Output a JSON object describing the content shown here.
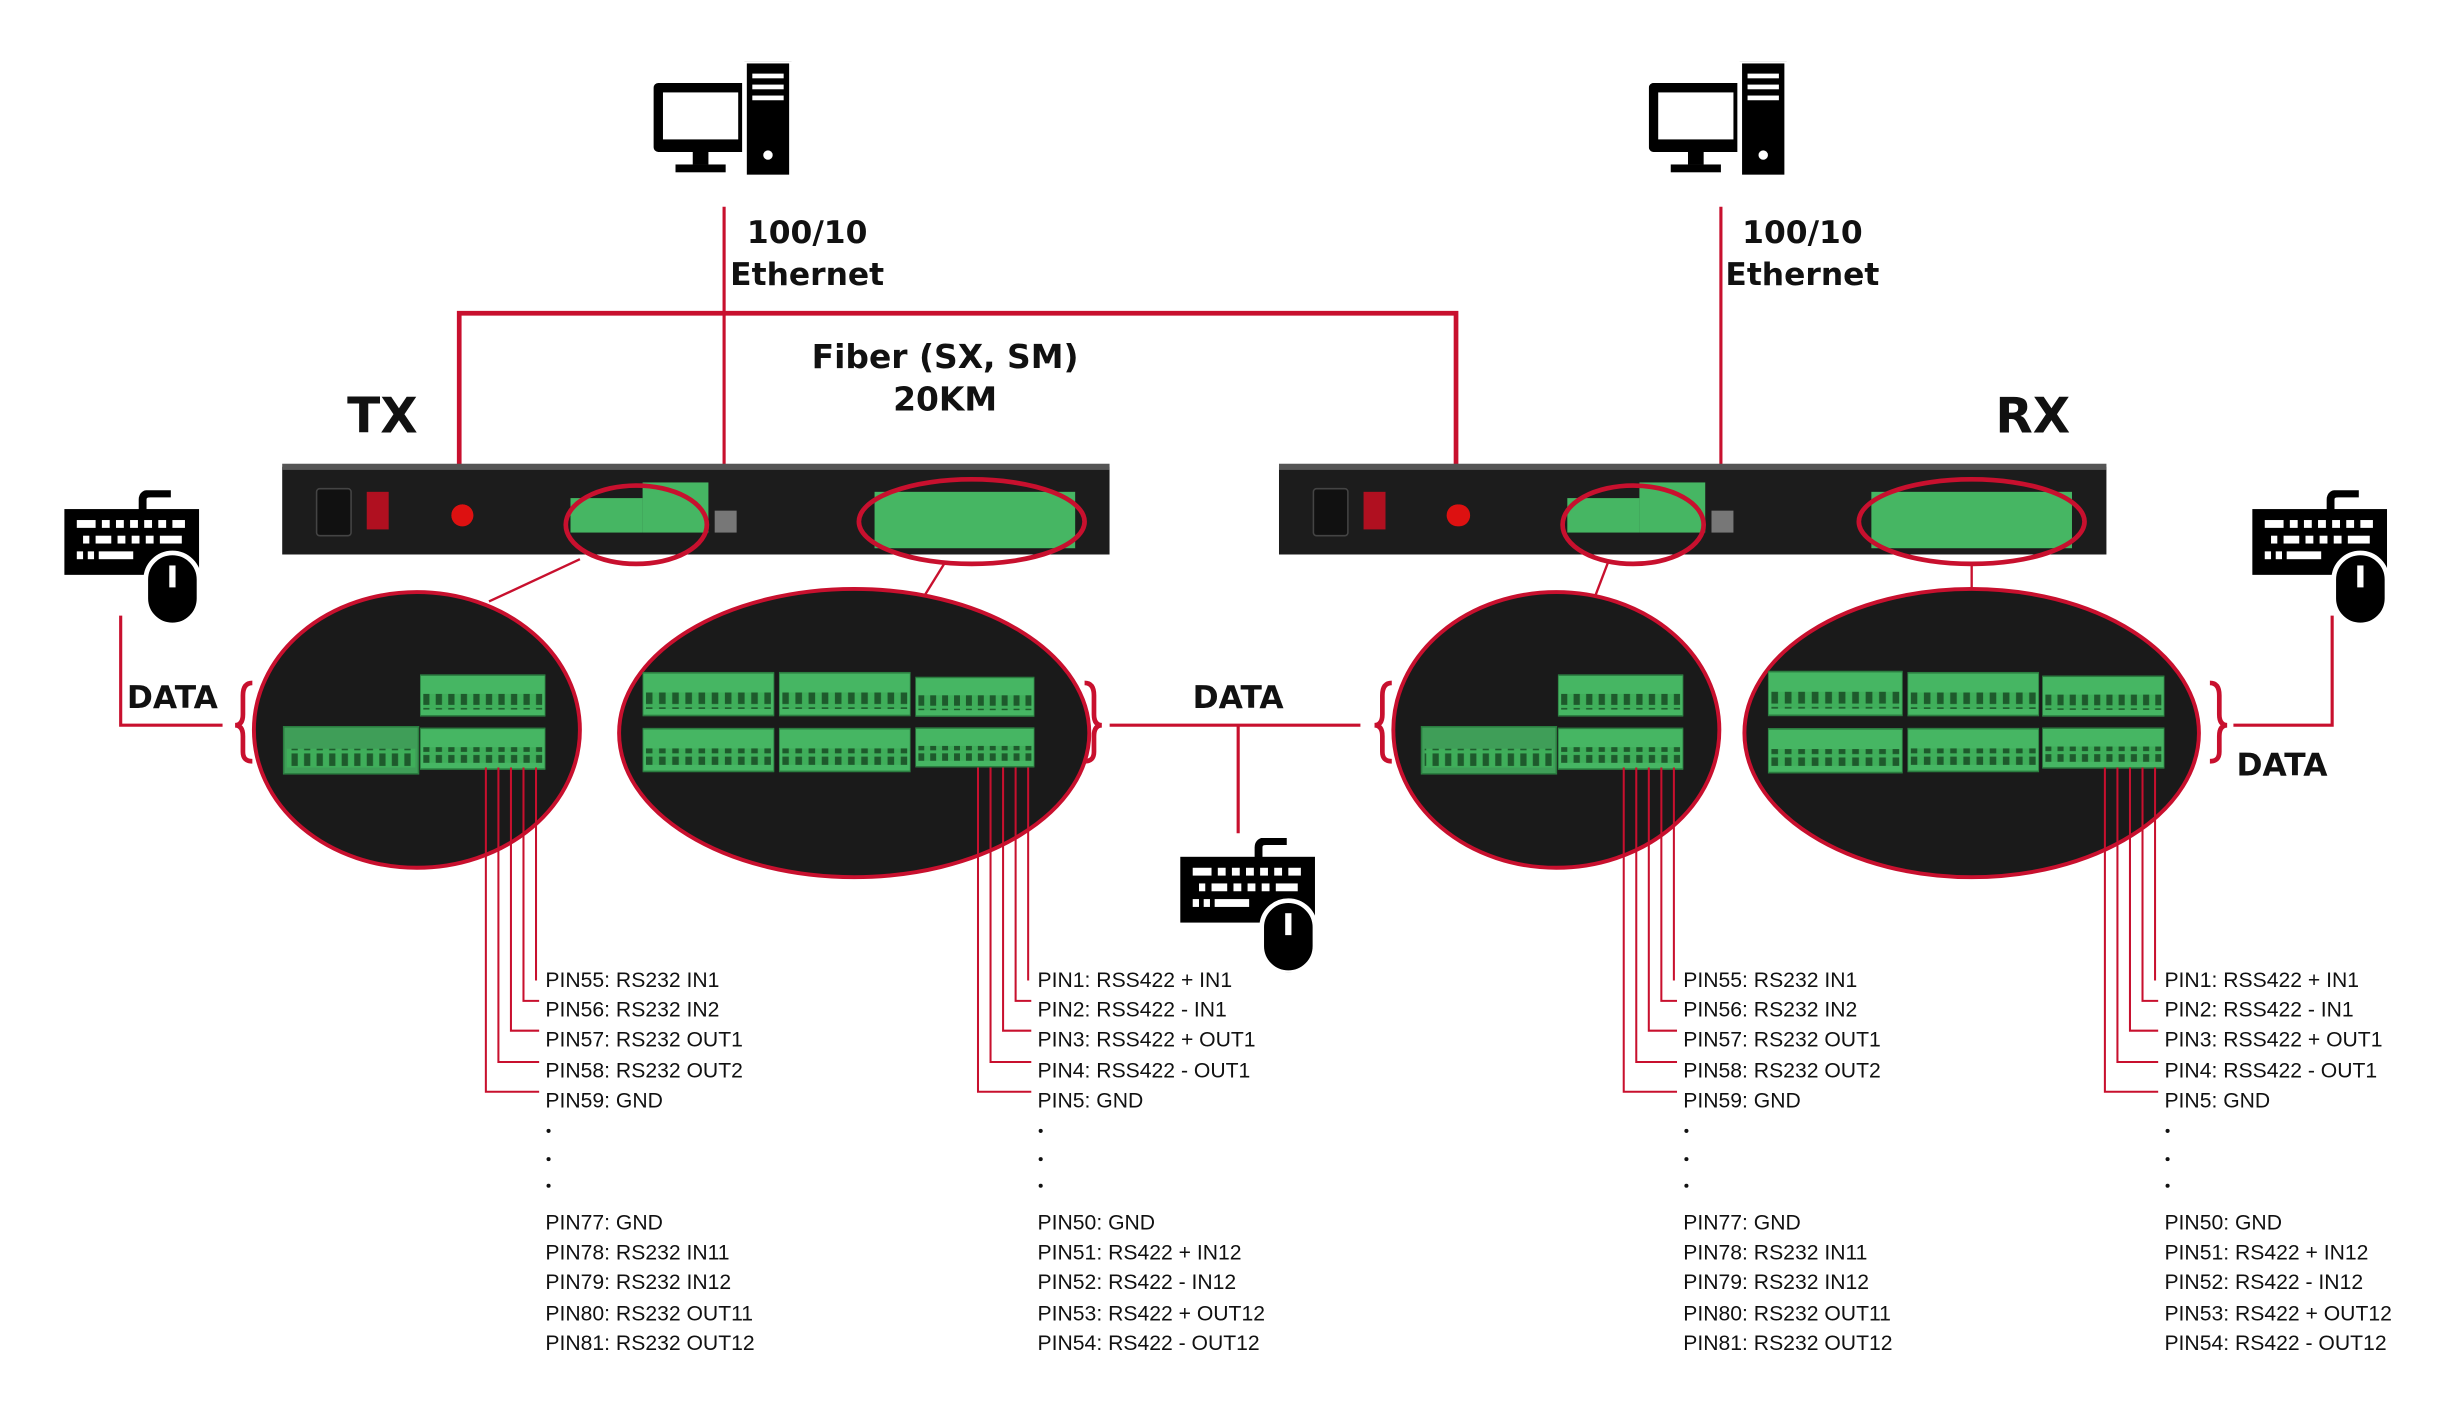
{
  "labels": {
    "tx": "TX",
    "rx": "RX",
    "ethernet_speed": "100/10",
    "ethernet": "Ethernet",
    "fiber": "Fiber (SX, SM)",
    "distance": "20KM",
    "data": "DATA"
  },
  "colors": {
    "accent": "#c8102e",
    "terminal_green": "#3fae5a",
    "device": "#1c1c1c"
  },
  "icons": [
    "computer-icon",
    "keyboard-mouse-icon"
  ],
  "pin_groups": [
    {
      "side": "TX",
      "top": [
        "PIN55: RS232 IN1",
        "PIN56: RS232 IN2",
        "PIN57: RS232 OUT1",
        "PIN58: RS232 OUT2",
        "PIN59: GND"
      ],
      "bottom": [
        "PIN77: GND",
        "PIN78: RS232 IN11",
        "PIN79: RS232 IN12",
        "PIN80: RS232 OUT11",
        "PIN81: RS232 OUT12"
      ]
    },
    {
      "side": "TX",
      "top": [
        "PIN1: RSS422 + IN1",
        "PIN2: RSS422 - IN1",
        "PIN3: RSS422 + OUT1",
        "PIN4: RSS422 - OUT1",
        "PIN5: GND"
      ],
      "bottom": [
        "PIN50: GND",
        "PIN51: RS422 + IN12",
        "PIN52: RS422 - IN12",
        "PIN53: RS422 + OUT12",
        "PIN54: RS422 - OUT12"
      ]
    },
    {
      "side": "RX",
      "top": [
        "PIN55: RS232 IN1",
        "PIN56: RS232 IN2",
        "PIN57: RS232 OUT1",
        "PIN58: RS232 OUT2",
        "PIN59: GND"
      ],
      "bottom": [
        "PIN77: GND",
        "PIN78: RS232 IN11",
        "PIN79: RS232 IN12",
        "PIN80: RS232 OUT11",
        "PIN81: RS232 OUT12"
      ]
    },
    {
      "side": "RX",
      "top": [
        "PIN1: RSS422 + IN1",
        "PIN2: RSS422 - IN1",
        "PIN3: RSS422 + OUT1",
        "PIN4: RSS422 - OUT1",
        "PIN5: GND"
      ],
      "bottom": [
        "PIN50: GND",
        "PIN51: RS422 + IN12",
        "PIN52: RS422 - IN12",
        "PIN53: RS422 + OUT12",
        "PIN54: RS422 - OUT12"
      ]
    }
  ]
}
